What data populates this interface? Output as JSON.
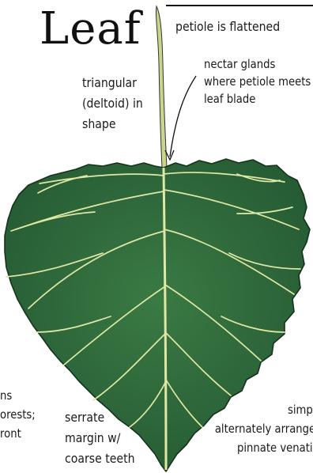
{
  "title": "Leaf",
  "labels": {
    "petiole": "petiole is flattened",
    "nectar": "nectar glands\nwhere petiole meets\nleaf blade",
    "shape": "triangular\n(deltoid) in\nshape",
    "margin": "serrate\nmargin w/\ncoarse teeth",
    "arrangement": "simple;\nalternately arranged;\npinnate venation",
    "left_cut": "ns\norests;\nront"
  },
  "colors": {
    "leaf_fill": "#2f6a3a",
    "leaf_dark": "#1d4a28",
    "vein": "#dfe8a6",
    "petiole": "#c9d68a",
    "ink": "#111111"
  }
}
